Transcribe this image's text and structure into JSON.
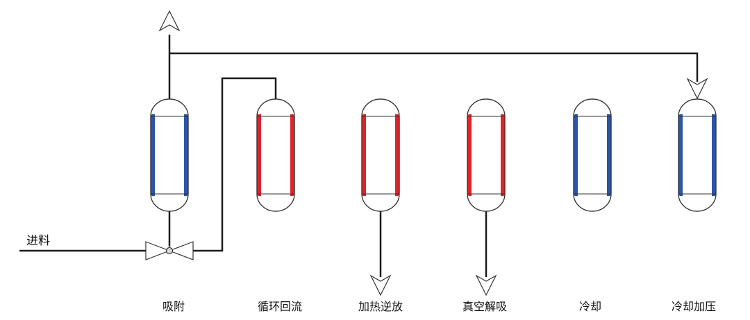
{
  "feed_label": "进料",
  "colors": {
    "line": "#1a1a1a",
    "cooling": "#2b55a8",
    "heating": "#e0242a",
    "outline": "#333333"
  },
  "stages": [
    {
      "label": "吸附",
      "state": "cooling"
    },
    {
      "label": "循环回流",
      "state": "heating"
    },
    {
      "label": "加热逆放",
      "state": "heating"
    },
    {
      "label": "真空解吸",
      "state": "heating"
    },
    {
      "label": "冷却",
      "state": "cooling"
    },
    {
      "label": "冷却加压",
      "state": "cooling"
    }
  ]
}
